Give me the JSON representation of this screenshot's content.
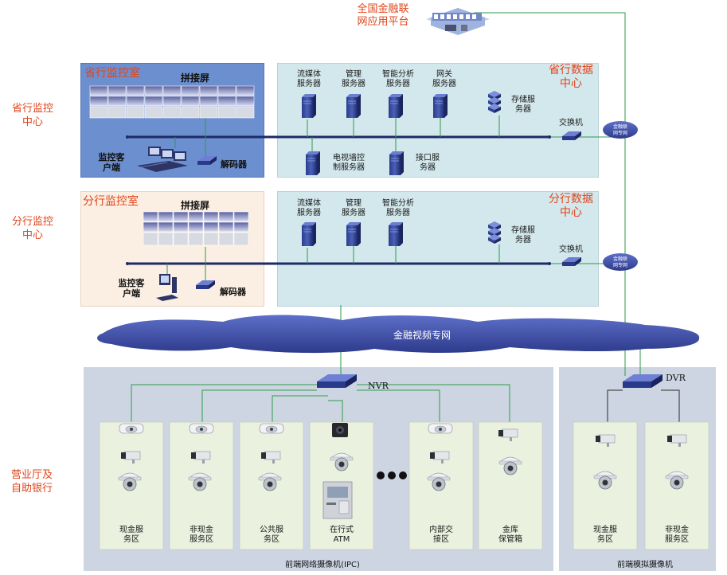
{
  "platform": {
    "label": "全国金融联\n网应用平台"
  },
  "provincial": {
    "side_label": "省行监控\n中心",
    "monitor_room": "省行监控室",
    "video_wall": "拼接屏",
    "client": "监控客\n户端",
    "decoder": "解码器",
    "data_center": "省行数据\n中心",
    "servers": [
      {
        "label": "流媒体\n服务器"
      },
      {
        "label": "管理\n服务器"
      },
      {
        "label": "智能分析\n服务器"
      },
      {
        "label": "网关\n服务器"
      },
      {
        "label": "存储服\n务器"
      }
    ],
    "lower_servers": [
      {
        "label": "电视墙控\n制服务器"
      },
      {
        "label": "接口服\n务器"
      }
    ],
    "switch": "交换机",
    "network_cloud": "金融联\n网专网"
  },
  "branch": {
    "side_label": "分行监控\n中心",
    "monitor_room": "分行监控室",
    "video_wall": "拼接屏",
    "client": "监控客\n户端",
    "decoder": "解码器",
    "data_center": "分行数据\n中心",
    "servers": [
      {
        "label": "流媒体\n服务器"
      },
      {
        "label": "管理\n服务器"
      },
      {
        "label": "智能分析\n服务器"
      },
      {
        "label": "存储服\n务器"
      }
    ],
    "switch": "交换机",
    "network_cloud": "金融联\n网专网"
  },
  "backbone": {
    "label": "金融视频专网"
  },
  "frontend": {
    "side_label": "营业厅及\n自助银行",
    "nvr": "NVR",
    "dvr": "DVR",
    "ipc_caption": "前端网络摄像机(IPC)",
    "analog_caption": "前端模拟摄像机",
    "ipc_zones": [
      {
        "label": "现金服\n务区"
      },
      {
        "label": "非现金\n服务区"
      },
      {
        "label": "公共服\n务区"
      },
      {
        "label": "在行式\nATM"
      },
      {
        "label": "内部交\n接区"
      },
      {
        "label": "金库\n保管箱"
      }
    ],
    "analog_zones": [
      {
        "label": "现金服\n务区"
      },
      {
        "label": "非现金\n服务区"
      }
    ]
  },
  "colors": {
    "accent_red": "#e0451b",
    "link_green": "#2e9a48",
    "monitor_room_blue": "#6c8fd0",
    "branch_room_peach": "#fbeee2",
    "data_center_cyan": "#d3e8ec",
    "frontend_gray": "#cdd5e3",
    "zone_green": "#eaf1df"
  }
}
